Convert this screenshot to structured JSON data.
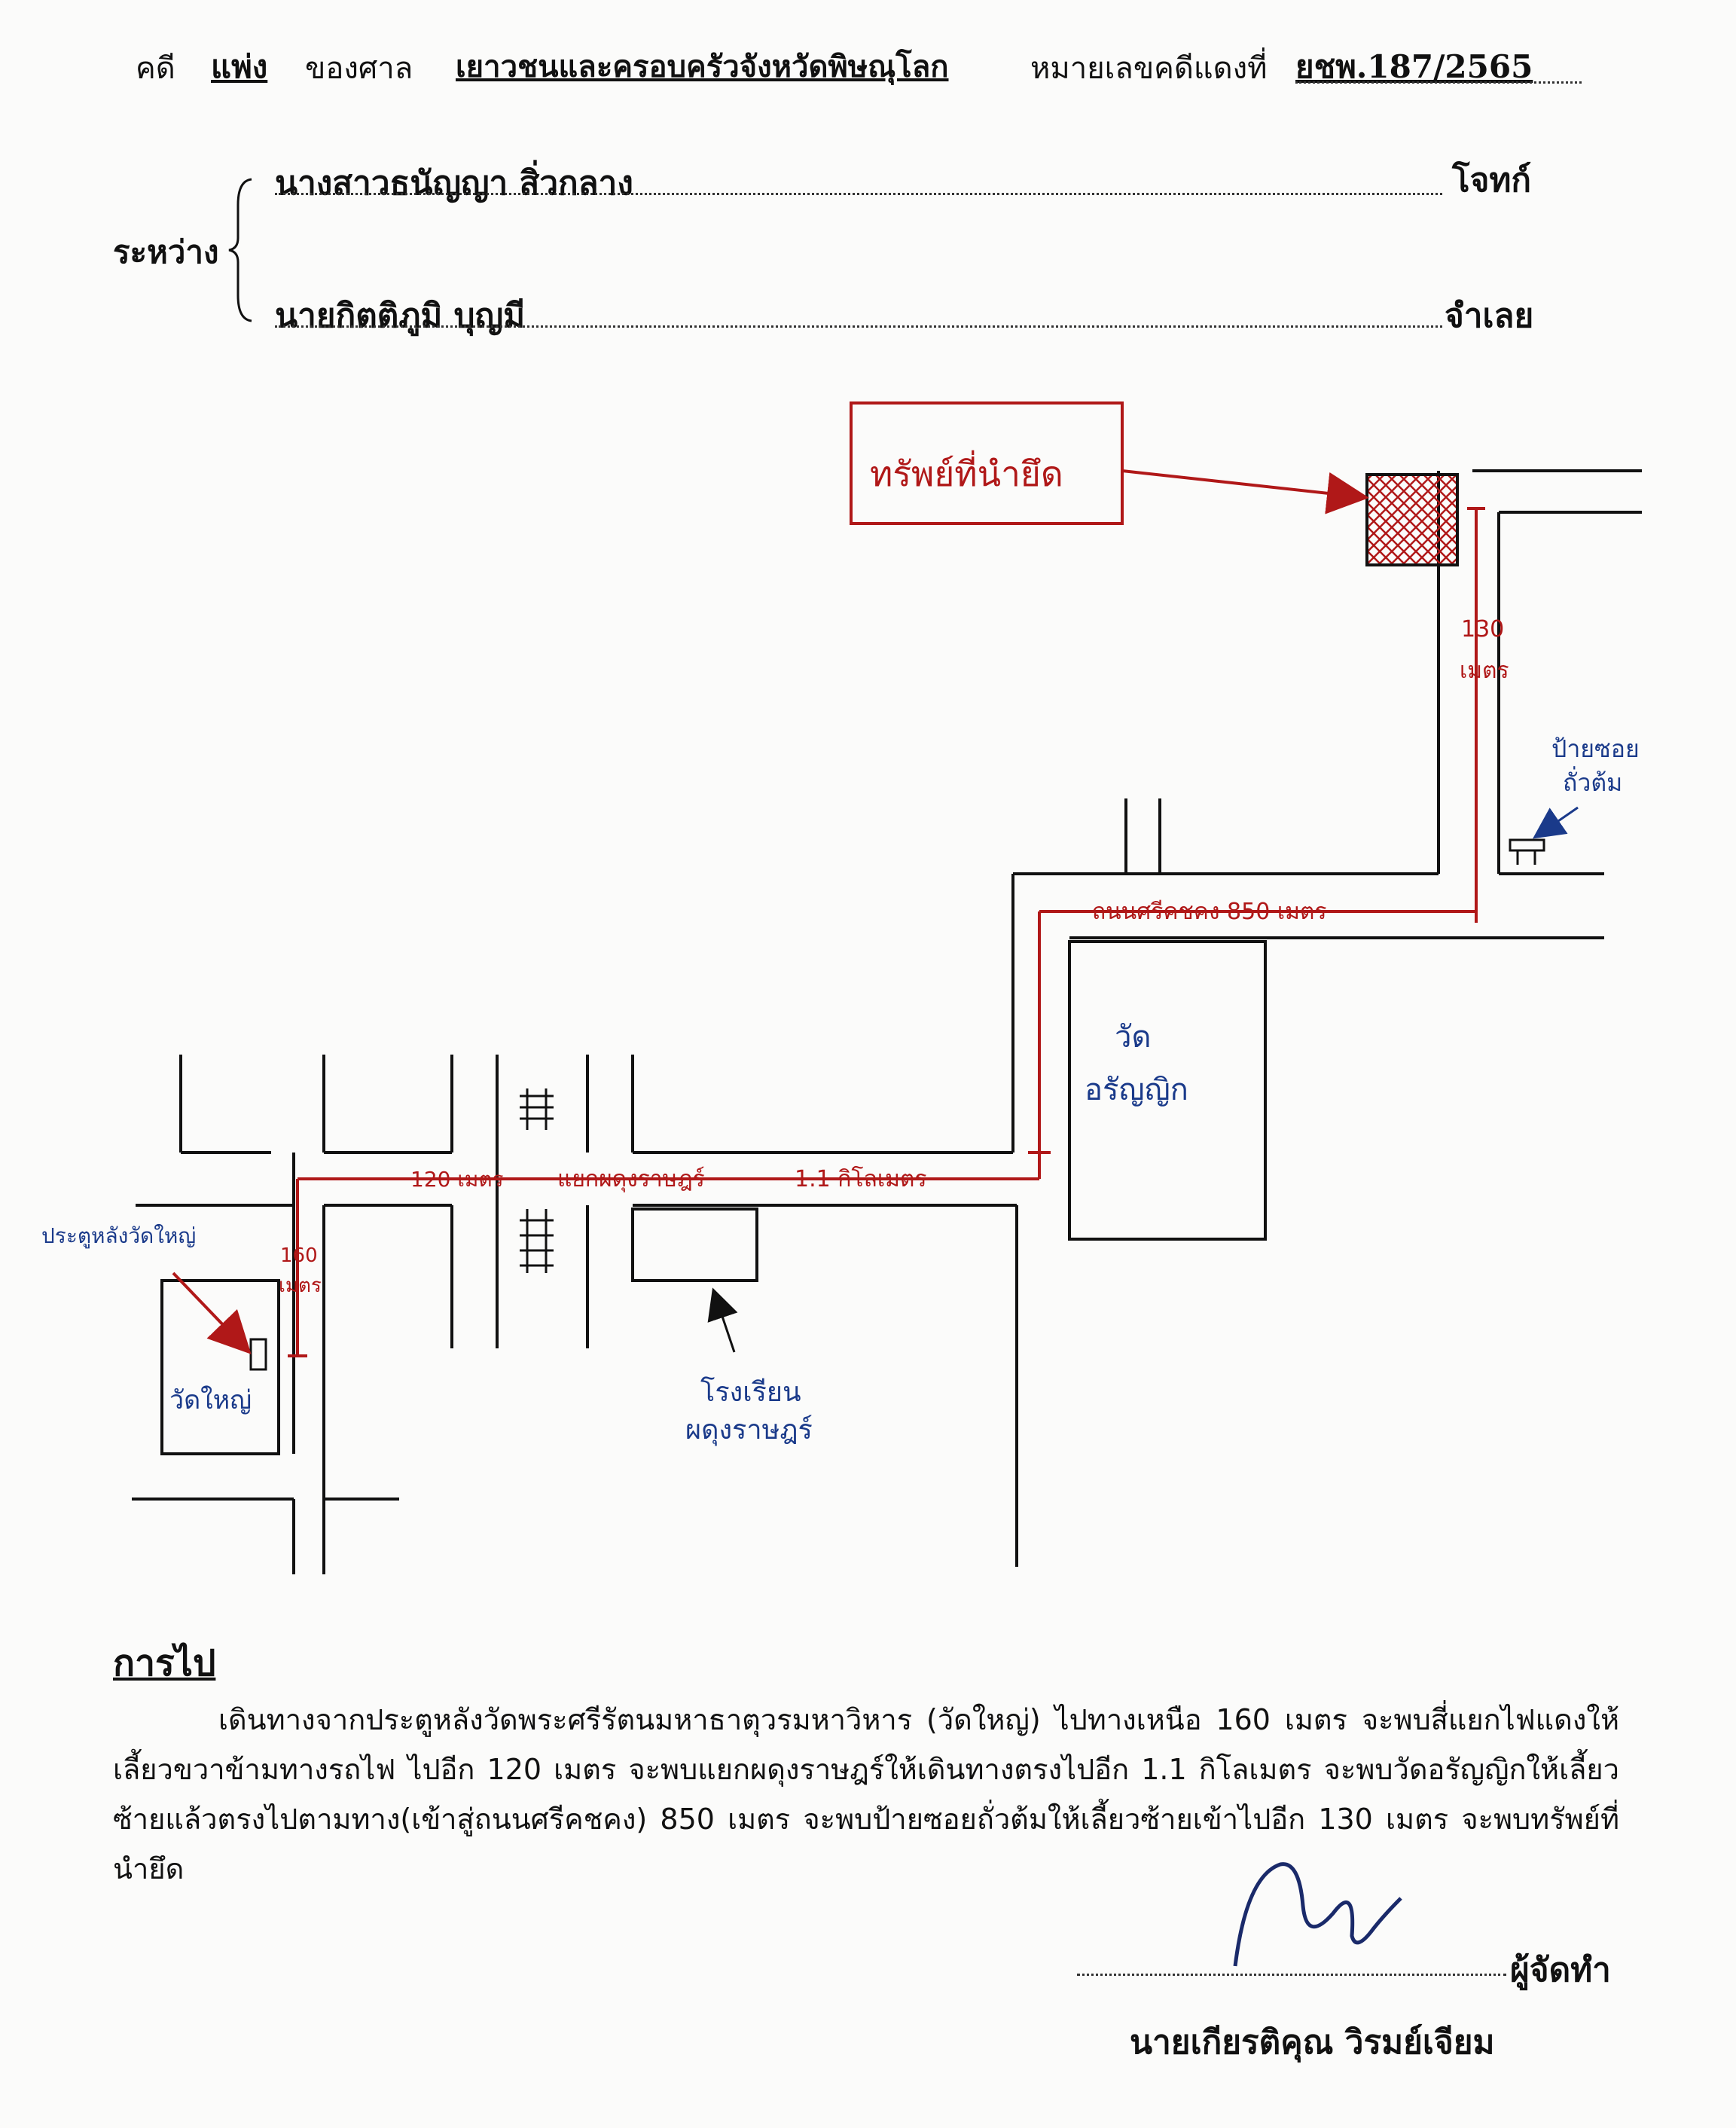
{
  "header": {
    "case_label": "คดี",
    "case_type": "แพ่ง",
    "court_label": "ของศาล",
    "court_name": "เยาวชนและครอบครัวจังหวัดพิษณุโลก",
    "case_no_label": "หมายเลขคดีแดงที่",
    "case_no": "ยชพ.187/2565"
  },
  "parties": {
    "between_label": "ระหว่าง",
    "plaintiff_name": "นางสาวธนัญญา สิ่วกลาง",
    "plaintiff_role": "โจทก์",
    "defendant_name": "นายกิตติภูมิ บุญมี",
    "defendant_role": "จำเลย"
  },
  "map": {
    "target_box": "ทรัพย์ที่นำยึด",
    "dist_130": "130",
    "dist_130_unit": "เมตร",
    "soi_sign": "ป้ายซอย",
    "soi_sign_name": "ถั่วต้ม",
    "road_label": "ถนนศรีคชคง 850 เมตร",
    "temple_arunyik_1": "วัด",
    "temple_arunyik_2": "อรัญญิก",
    "dist_120": "120 เมตร",
    "junction_label": "แยกผดุงราษฎร์",
    "dist_11km": "1.1 กิโลเมตร",
    "gate_label": "ประตูหลังวัดใหญ่",
    "dist_160": "160",
    "dist_160_unit": "เมตร",
    "wat_yai": "วัดใหญ่",
    "school_1": "โรงเรียน",
    "school_2": "ผดุงราษฎร์"
  },
  "directions": {
    "title": "การไป",
    "text": "เดินทางจากประตูหลังวัดพระศรีรัตนมหาธาตุวรมหาวิหาร (วัดใหญ่) ไปทางเหนือ 160 เมตร จะพบสี่แยกไฟแดงให้เลี้ยวขวาข้ามทางรถไฟ ไปอีก 120 เมตร จะพบแยกผดุงราษฎร์ให้เดินทางตรงไปอีก 1.1 กิโลเมตร จะพบวัดอรัญญิกให้เลี้ยวซ้ายแล้วตรงไปตามทาง(เข้าสู่ถนนศรีคชคง) 850 เมตร จะพบป้ายซอยถั่วต้มให้เลี้ยวซ้ายเข้าไปอีก 130 เมตร   จะพบทรัพย์ที่นำยึด"
  },
  "preparer": {
    "role": "ผู้จัดทำ",
    "name": "นายเกียรติคุณ วิรมย์เจียม"
  },
  "colors": {
    "ink": "#111111",
    "red_pen": "#b01818",
    "blue_pen": "#1a3a8a"
  }
}
